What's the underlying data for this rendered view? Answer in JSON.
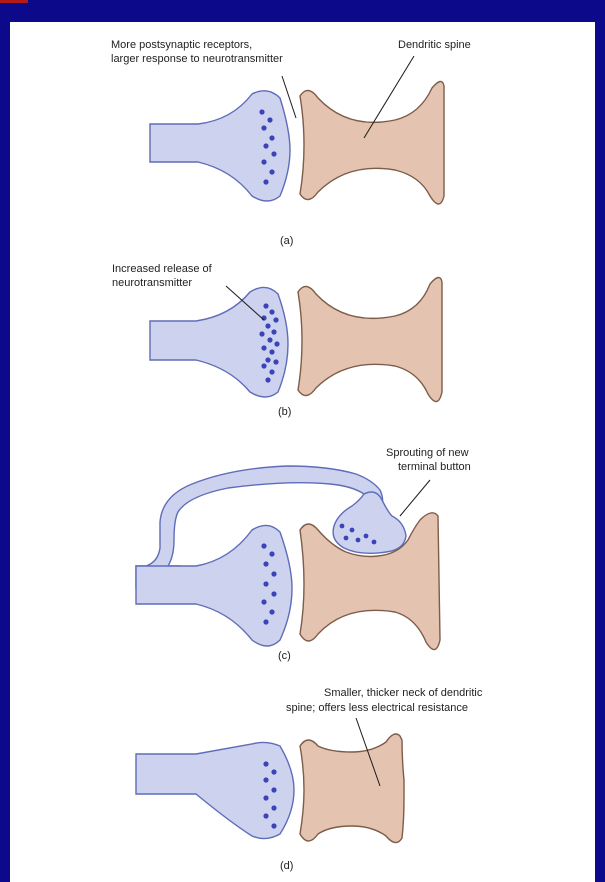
{
  "colors": {
    "background": "#0c0a8a",
    "presynaptic": "#cdd2ef",
    "postsynaptic": "#e4c4b0",
    "vesicles": "#3a44b8"
  },
  "panels": [
    {
      "caption": "(a)",
      "labels": [
        "More postsynaptic receptors,",
        "larger response to neurotransmitter",
        "Dendritic spine"
      ]
    },
    {
      "caption": "(b)",
      "labels": [
        "Increased release of",
        "neurotransmitter"
      ]
    },
    {
      "caption": "(c)",
      "labels": [
        "Sprouting of new",
        "terminal button"
      ]
    },
    {
      "caption": "(d)",
      "labels": [
        "Smaller, thicker neck of dendritic",
        "spine; offers less electrical resistance"
      ]
    }
  ]
}
